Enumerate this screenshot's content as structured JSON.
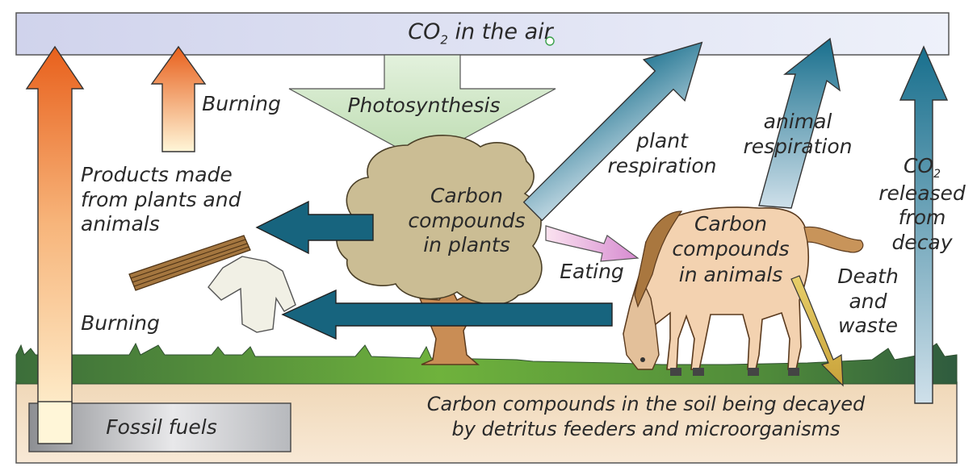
{
  "diagram": {
    "air": {
      "co2": "CO",
      "co2_sub": "2",
      "rest": " in the air"
    },
    "photosynthesis": "Photosynthesis",
    "burning_top": "Burning",
    "burning_bottom": "Burning",
    "products": "Products made\nfrom plants and\nanimals",
    "plants": "Carbon\ncompounds\nin plants",
    "plant_respiration": "plant\nrespiration",
    "animal_respiration": "animal\nrespiration",
    "animals": "Carbon\ncompounds\nin animals",
    "eating": "Eating",
    "decay": {
      "co2": "CO",
      "co2_sub": "2",
      "rest": "released\nfrom\ndecay"
    },
    "death": "Death\nand\nwaste",
    "fossil": "Fossil fuels",
    "soil": "Carbon compounds in the soil being decayed\nby detritus feeders and microorganisms"
  },
  "colors": {
    "air_band": "#dcdff0",
    "photosynthesis_arrow": "#cfe8c8",
    "respiration_arrow": "#1d7390",
    "burning_arrow": "#e86a1c",
    "feed_arrow": "#17647e",
    "tree": "#cbbd94",
    "animal": "#f3d2b0",
    "grass": "#4c8a3a",
    "soil": "#f1d9bb"
  }
}
